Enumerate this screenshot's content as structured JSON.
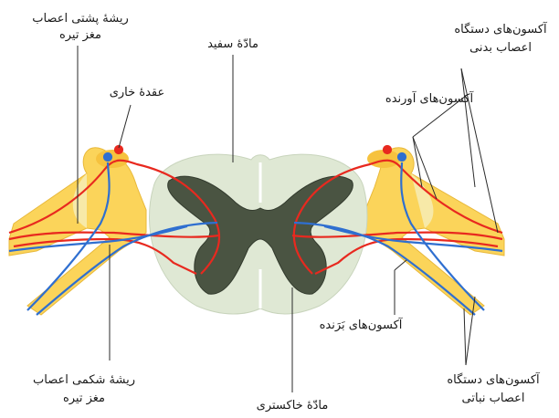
{
  "labels": {
    "dorsal_root_1": "ریشهٔ پشتی اعصاب",
    "dorsal_root_2": "مغز تیره",
    "white_matter": "مادّهٔ سفید",
    "dorsal_ganglion": "عقدهٔ خاری",
    "somatic_axons_1": "آکسون‌های دستگاه",
    "somatic_axons_2": "اعصاب بدنی",
    "afferent_axons": "آکسون‌های آورنده",
    "efferent_axons": "آکسون‌های بَرَنده",
    "ventral_root_1": "ریشهٔ شکمی اعصاب",
    "ventral_root_2": "مغز تیره",
    "gray_matter": "مادّهٔ خاکستری",
    "autonomic_axons_1": "آکسون‌های دستگاه",
    "autonomic_axons_2": "اعصاب نباتی"
  },
  "colors": {
    "white_matter": "#dfe8d4",
    "gray_matter": "#4a5442",
    "nerve": "#fbd45a",
    "nerve_edge": "#e8b83a",
    "afferent_red": "#e8291f",
    "efferent_blue": "#2f6fd0"
  }
}
